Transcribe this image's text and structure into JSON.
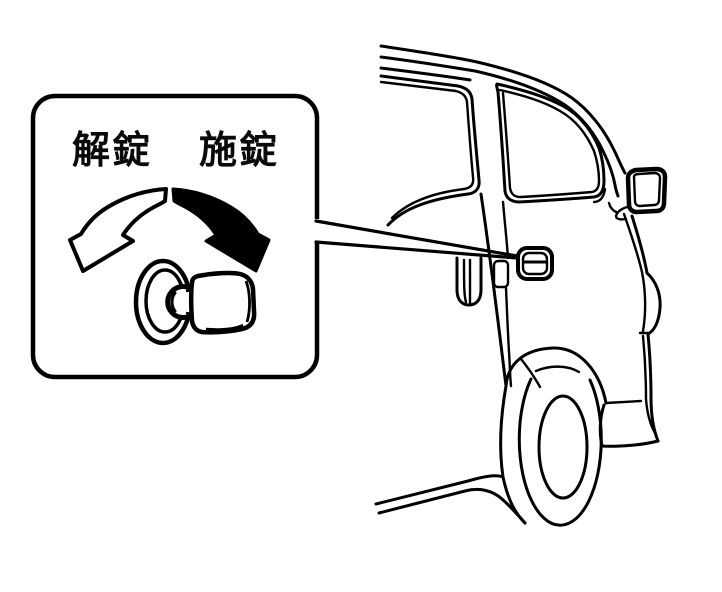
{
  "diagram": {
    "title_present": false,
    "labels": {
      "unlock": "解錠",
      "lock": "施錠"
    },
    "callout": {
      "unlock_arrow": "counterclockwise-open-arrow",
      "lock_arrow": "clockwise-solid-arrow",
      "subject": "key-cylinder-with-key"
    },
    "vehicle": {
      "pointed_part": "front-door-handle"
    },
    "colors": {
      "line": "#000000",
      "background": "#ffffff",
      "lock_arrow_fill": "#000000",
      "unlock_arrow_fill": "#ffffff",
      "text": "#0a0a0a"
    }
  }
}
